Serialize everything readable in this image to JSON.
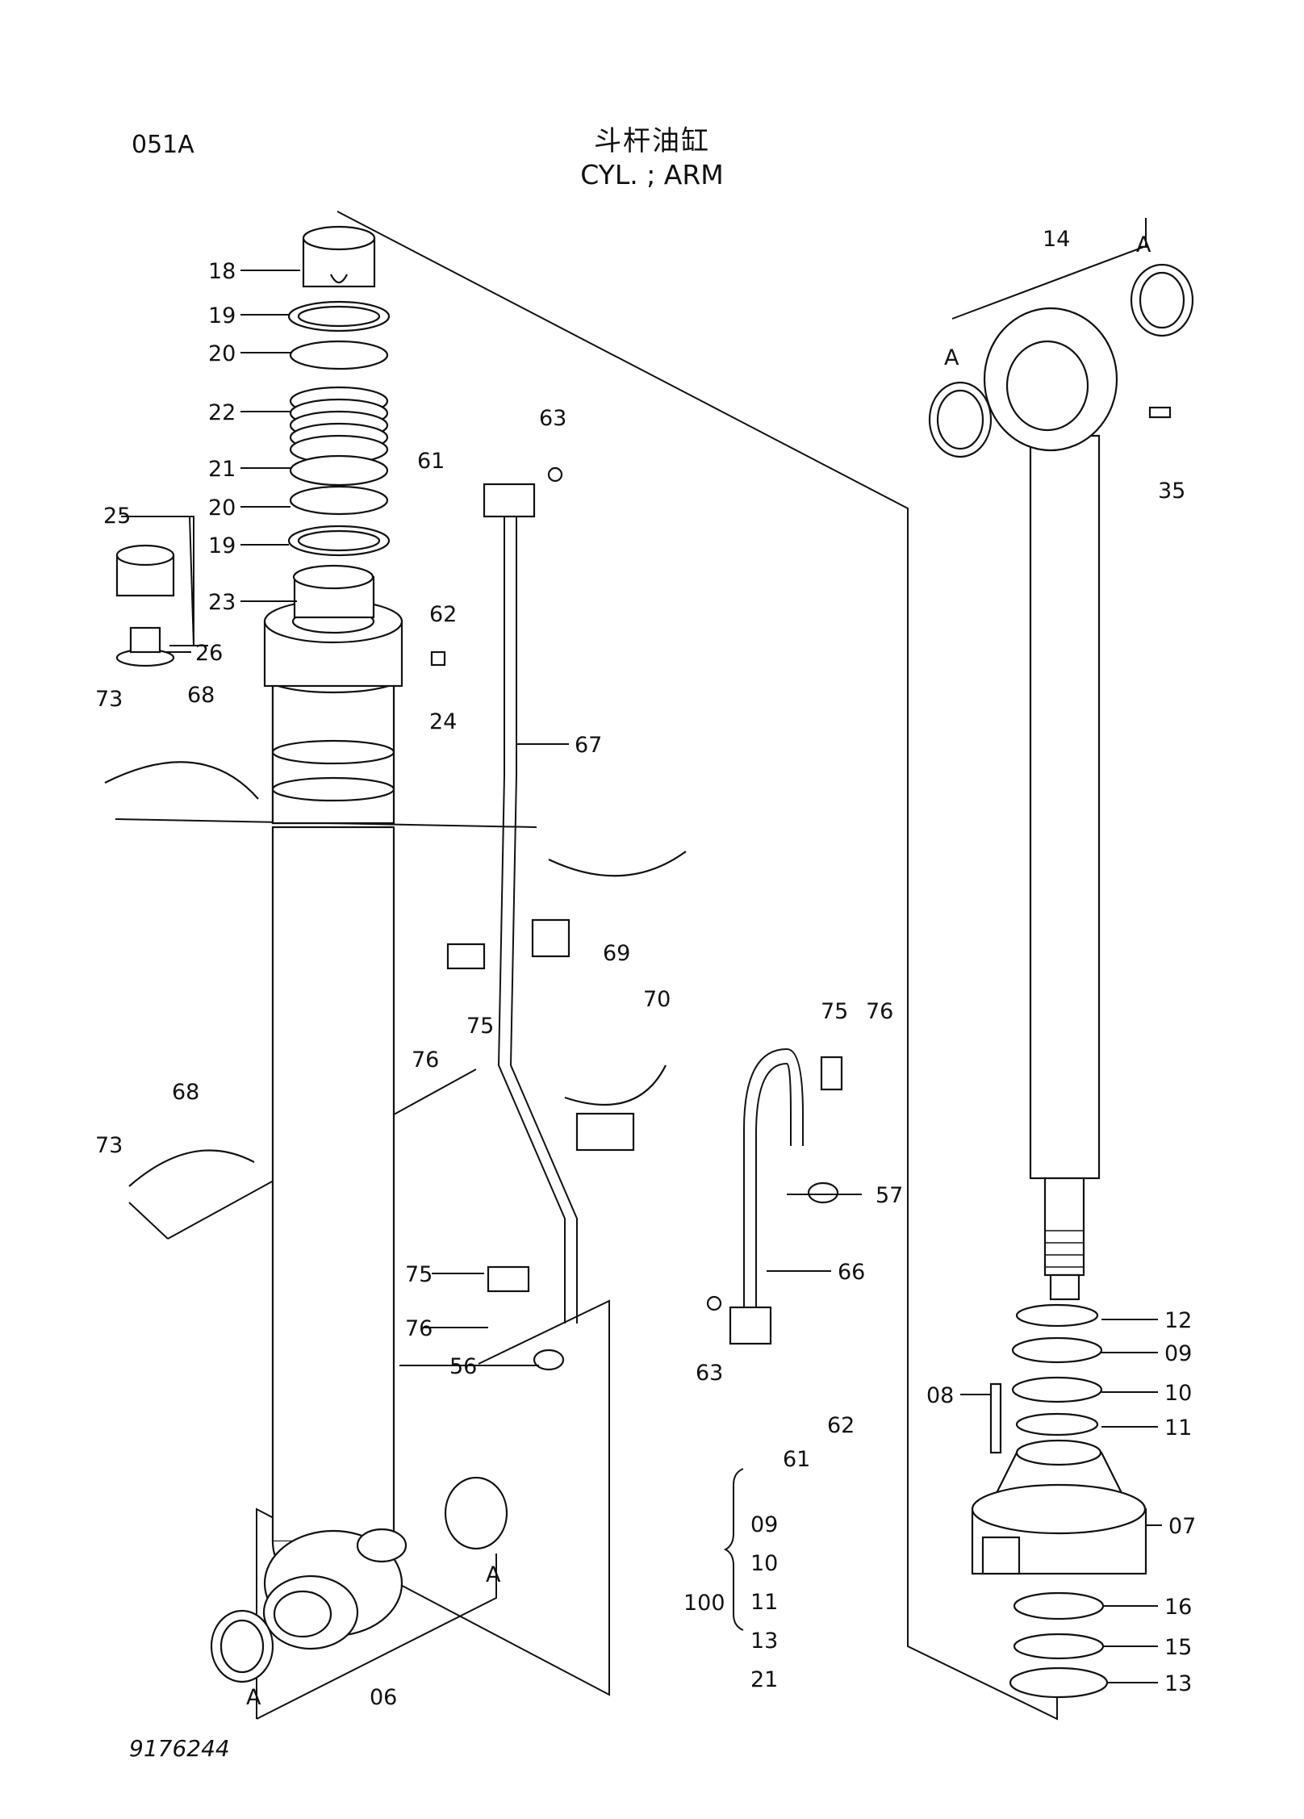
{
  "page_code": "051A",
  "title_cn": "斗杆油缸",
  "title_en": "CYL. ; ARM",
  "drawing_number": "9176244",
  "callouts": {
    "c18": "18",
    "c19a": "19",
    "c20a": "20",
    "c22": "22",
    "c21": "21",
    "c20b": "20",
    "c19b": "19",
    "c23": "23",
    "c25": "25",
    "c26": "26",
    "c24": "24",
    "c73a": "73",
    "c68a": "68",
    "c61a": "61",
    "c62a": "62",
    "c63a": "63",
    "c67": "67",
    "c69": "69",
    "c75a": "75",
    "c76a": "76",
    "c70": "70",
    "c75b": "75",
    "c76b": "76",
    "c68b": "68",
    "c73b": "73",
    "c57": "57",
    "c66": "66",
    "c75c": "75",
    "c76c": "76",
    "c56": "56",
    "c63b": "63",
    "c62b": "62",
    "c61b": "61",
    "c14": "14",
    "c35": "35",
    "c12": "12",
    "c09": "09",
    "c08": "08",
    "c10": "10",
    "c11": "11",
    "c07": "07",
    "c16": "16",
    "c15": "15",
    "c13": "13",
    "c06": "06",
    "ref_a1": "A",
    "ref_a2": "A",
    "ref_a3": "A",
    "ref_a4": "A"
  },
  "seal_kit": {
    "label": "100",
    "items": [
      "09",
      "10",
      "11",
      "13",
      "21"
    ]
  }
}
